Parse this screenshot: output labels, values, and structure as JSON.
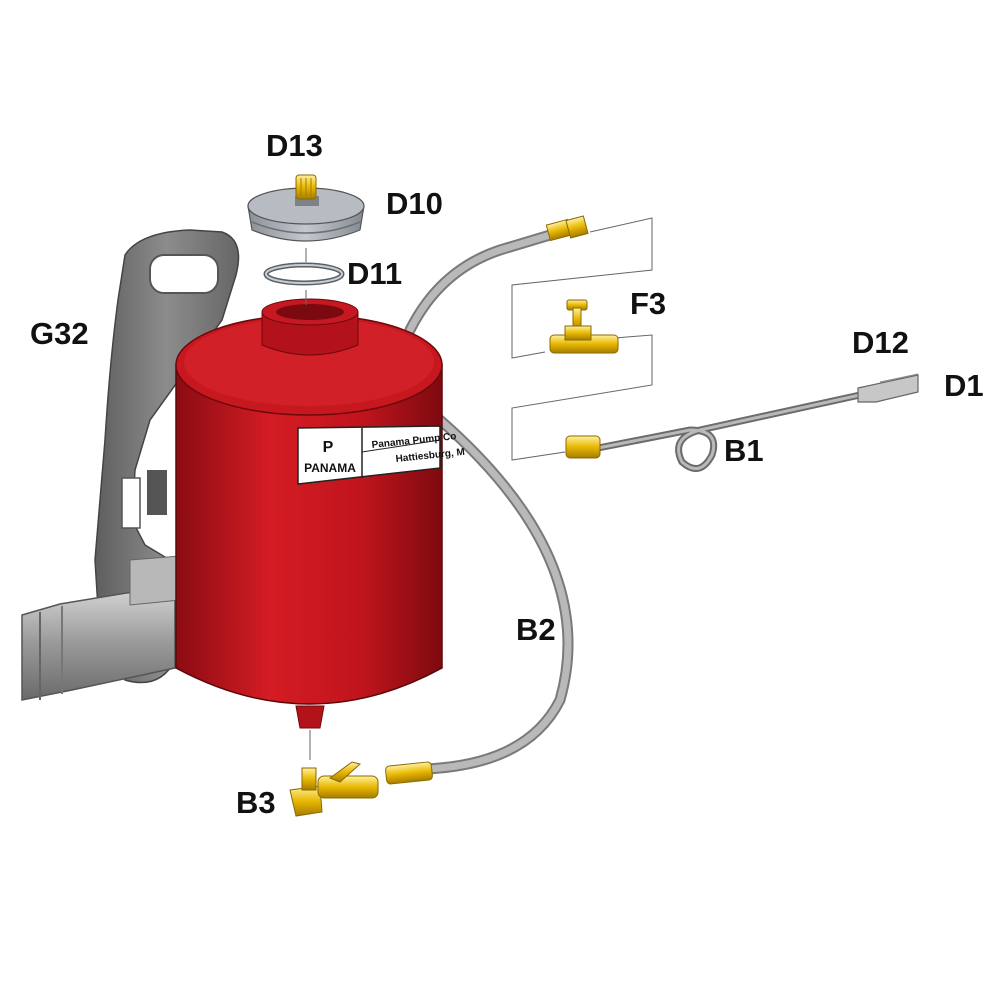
{
  "callouts": {
    "d13": "D13",
    "d10": "D10",
    "d11": "D11",
    "g32": "G32",
    "f3": "F3",
    "d12": "D12",
    "d1": "D1",
    "b1": "B1",
    "b2": "B2",
    "b3": "B3"
  },
  "tank_label": {
    "logo_letter": "P",
    "brand": "PANAMA",
    "line1": "Panama Pump Co",
    "line2": "Hattiesburg, M"
  },
  "colors": {
    "tank_red": "#c0141c",
    "tank_dark": "#8e0e14",
    "brass": "#e8b800",
    "hose_gray": "#a9a9a9",
    "frame_gray": "#7b7b7b",
    "cap_gray": "#a8adb4"
  },
  "icons": [
    "sprayer-tank",
    "backpack-frame",
    "cap",
    "o-ring",
    "hose",
    "needle-valve",
    "shutoff-valve",
    "spray-wand"
  ]
}
